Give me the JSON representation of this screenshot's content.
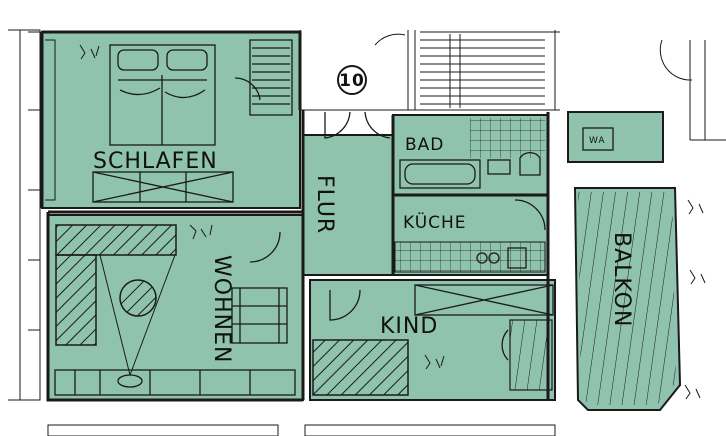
{
  "rooms": {
    "schlafen": "SCHLAFEN",
    "flur": "FLUR",
    "bad": "BAD",
    "kueche": "KÜCHE",
    "wohnen": "WOHNEN",
    "kind": "KIND",
    "balkon": "BALKON",
    "wa": "WA"
  },
  "unit_number": "10",
  "colors": {
    "room_fill": "#8fc3ae",
    "line": "#1a1a1a",
    "background": "#ffffff"
  }
}
